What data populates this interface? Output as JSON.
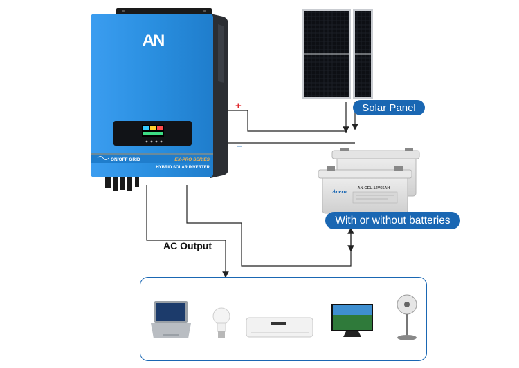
{
  "inverter": {
    "logo_text": "AN",
    "mode_label": "ON/OFF GRID",
    "series_label": "EX-PRO SERIES",
    "product_label": "HYBRID SOLAR INVERTER"
  },
  "wiring": {
    "positive_symbol": "+",
    "negative_symbol": "−"
  },
  "labels": {
    "solar_panel": "Solar Panel",
    "batteries": "With or without batteries",
    "ac_output": "AC Output"
  },
  "battery": {
    "brand": "Anern",
    "model": "AN-GEL-12V65AH"
  },
  "colors": {
    "inverter_body": "#2a8fe0",
    "label_pill": "#1a67b3",
    "wire": "#222222",
    "positive_marker": "#e0262b"
  },
  "loads": [
    {
      "name": "laptop",
      "icon": "laptop-icon"
    },
    {
      "name": "light bulb",
      "icon": "light-bulb-icon"
    },
    {
      "name": "air conditioner",
      "icon": "air-conditioner-icon"
    },
    {
      "name": "television",
      "icon": "television-icon"
    },
    {
      "name": "fan",
      "icon": "fan-icon"
    }
  ]
}
